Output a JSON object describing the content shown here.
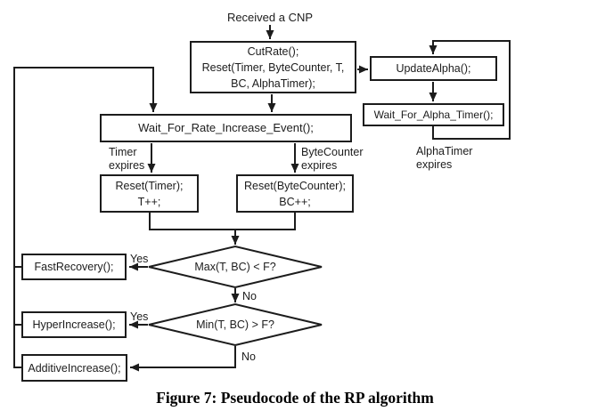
{
  "figure": {
    "caption": "Figure 7: Pseudocode of the RP algorithm"
  },
  "colors": {
    "line": "#1c1c1c",
    "background": "#ffffff",
    "text": "#1c1c1c"
  },
  "nodes": {
    "received_cnp": "Received a CNP",
    "cut_rate": "CutRate();\nReset(Timer, ByteCounter, T,\nBC, AlphaTimer);",
    "update_alpha": "UpdateAlpha();",
    "wait_alpha": "Wait_For_Alpha_Timer();",
    "wait_rate": "Wait_For_Rate_Increase_Event();",
    "reset_timer": "Reset(Timer);\nT++;",
    "reset_bytecounter": "Reset(ByteCounter);\nBC++;",
    "fast_recovery": "FastRecovery();",
    "hyper_increase": "HyperIncrease();",
    "additive_increase": "AdditiveIncrease();",
    "decision_max": "Max(T, BC) < F?",
    "decision_min": "Min(T, BC) > F?"
  },
  "edge_labels": {
    "timer_expires": "Timer\nexpires",
    "bytecounter_expires": "ByteCounter\nexpires",
    "alphatimer_expires": "AlphaTimer\nexpires",
    "yes_max": "Yes",
    "yes_min": "Yes",
    "no_max": "No",
    "no_min": "No"
  }
}
